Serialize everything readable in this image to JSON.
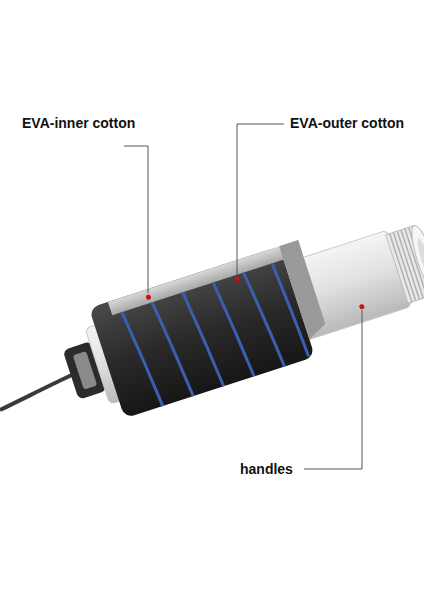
{
  "diagram": {
    "labels": [
      "EVA-inner cotton",
      "EVA-outer cotton",
      "handles"
    ]
  }
}
